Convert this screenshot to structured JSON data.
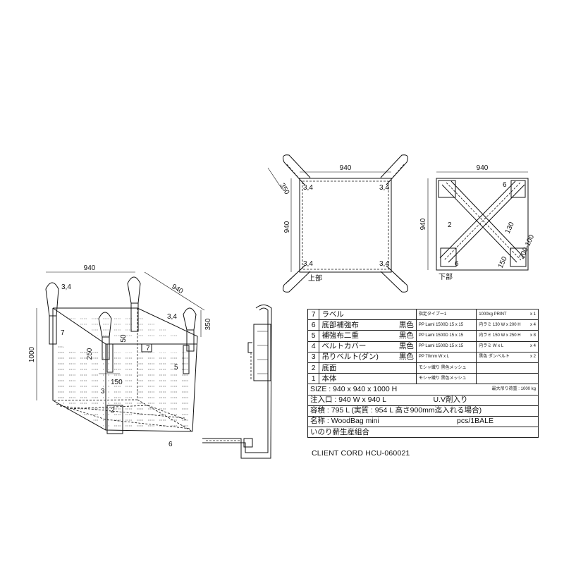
{
  "dims": {
    "top_width": "940",
    "top_depth": "940",
    "top_height": "940",
    "bottom_width": "940",
    "bottom_height": "940",
    "loop_350": "350",
    "persp_width": "940",
    "persp_depth": "940",
    "persp_height": "1000",
    "persp_loop": "350",
    "persp_50": "50",
    "persp_250": "250",
    "persp_150": "150",
    "bot_130": "130",
    "bot_200_100": "200-100",
    "bot_150": "150"
  },
  "labels": {
    "corner_34": "3,4",
    "top_view": "上部",
    "bottom_view": "下部",
    "part_2": "2",
    "part_3": "3",
    "part_5": "5",
    "part_6": "6",
    "part_7": "7"
  },
  "table": {
    "rows": [
      {
        "no": "7",
        "name": "ラベル",
        "color": "",
        "spec": "指定タイプー1",
        "cloth": "1000kg PRINT",
        "qty": "x 1"
      },
      {
        "no": "6",
        "name": "底部補強布",
        "color": "黒色",
        "spec": "PP Lami 1500D 15 x 15",
        "cloth": "内ラミ  130 W x 200 H",
        "qty": "x 4"
      },
      {
        "no": "5",
        "name": "補強布二重",
        "color": "黒色",
        "spec": "PP Lami 1500D 15 x 15",
        "cloth": "内ラミ  150 W x 250 H",
        "qty": "x 8"
      },
      {
        "no": "4",
        "name": "ベルトカバー",
        "color": "黒色",
        "spec": "PP Lami 1500D 15 x 15",
        "cloth": "内ラミ       W x       L",
        "qty": "x 4"
      },
      {
        "no": "3",
        "name": "吊りベルト(ダン)",
        "color": "黒色",
        "spec": "PP 70mm W x        L",
        "cloth": "黒色 ダンベルト",
        "qty": "x 2"
      },
      {
        "no": "2",
        "name": "底面",
        "color": "",
        "spec": "モシャ織り 黒色メッシュ",
        "cloth": "",
        "qty": ""
      },
      {
        "no": "1",
        "name": "本体",
        "color": "",
        "spec": "モシャ織り 黒色メッシュ",
        "cloth": "",
        "qty": ""
      }
    ],
    "size": "SIZE : 940 x 940 x 1000 H",
    "max_load": "最大吊り荷重 : 1000 kg",
    "inlet": "注入口 : 940 W x 940 L",
    "uv": "U.V剤入り",
    "capacity": "容積 : 795 L (実質 : 954 L  高さ900mm迄入れる場合)",
    "name": "名称 : WoodBag mini",
    "pcs": "pcs/1BALE",
    "maker": "いのり薪生産組合"
  },
  "client_code": "CLIENT CORD  HCU-060021"
}
